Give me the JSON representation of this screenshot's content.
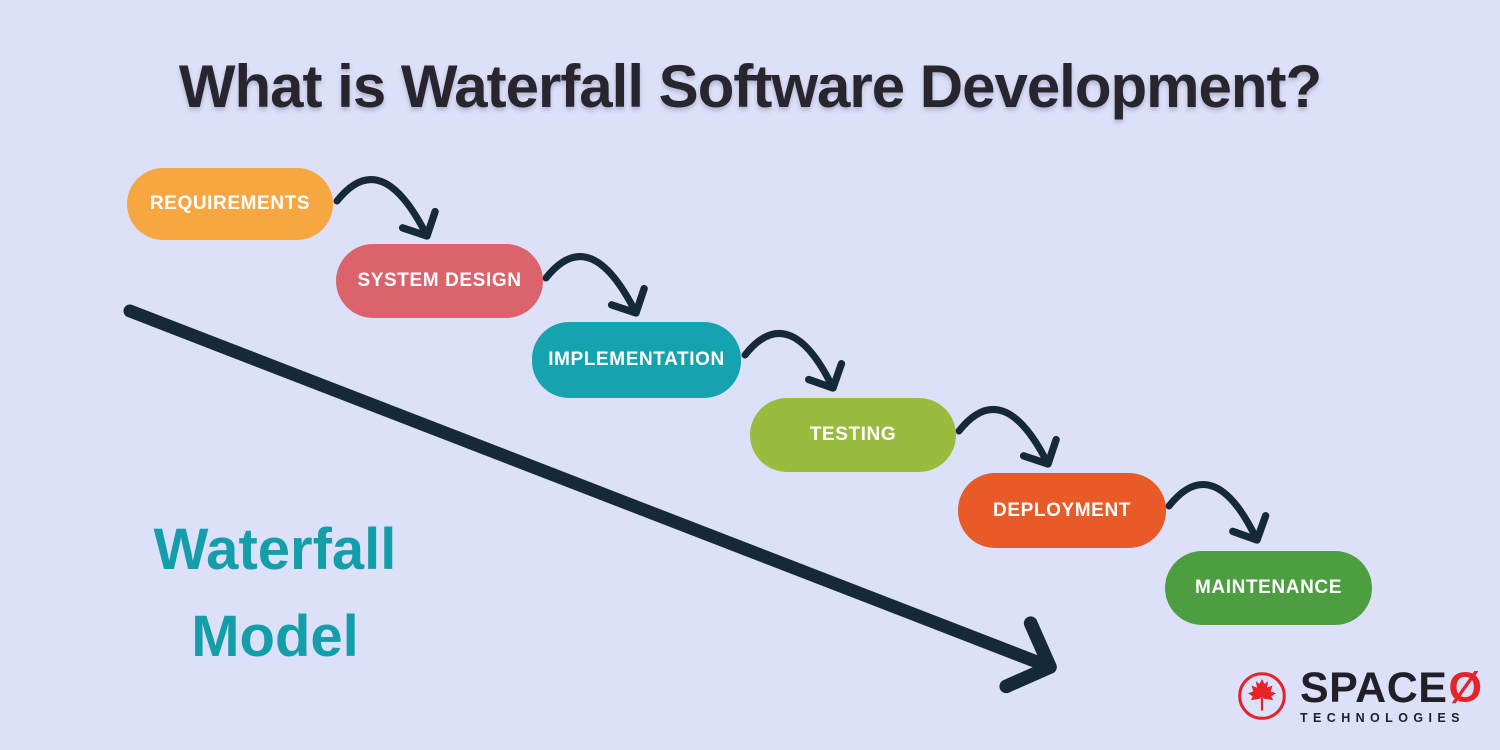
{
  "background": "#DCE0F9",
  "title": {
    "text": "What is Waterfall Software Development?",
    "color": "#28252E"
  },
  "model_label": {
    "line1": "Waterfall",
    "line2": "Model",
    "color": "#139EA9"
  },
  "arrows": {
    "color": "#16293A",
    "connector_count": 5,
    "main_arrow": "diagonal-top-left-to-bottom-right"
  },
  "stages": [
    {
      "label": "REQUIREMENTS",
      "color": "#F6A742"
    },
    {
      "label": "SYSTEM DESIGN",
      "color": "#DB636C"
    },
    {
      "label": "IMPLEMENTATION",
      "color": "#16A3B0"
    },
    {
      "label": "TESTING",
      "color": "#9ABC3E"
    },
    {
      "label": "DEPLOYMENT",
      "color": "#E85A28"
    },
    {
      "label": "MAINTENANCE",
      "color": "#4C9E41"
    }
  ],
  "logo": {
    "brand": "SPACE",
    "brand_o": "Ø",
    "subtitle": "TECHNOLOGIES",
    "accent_red": "#E62329",
    "text_color": "#221F29",
    "icon": "maple-leaf-icon"
  }
}
